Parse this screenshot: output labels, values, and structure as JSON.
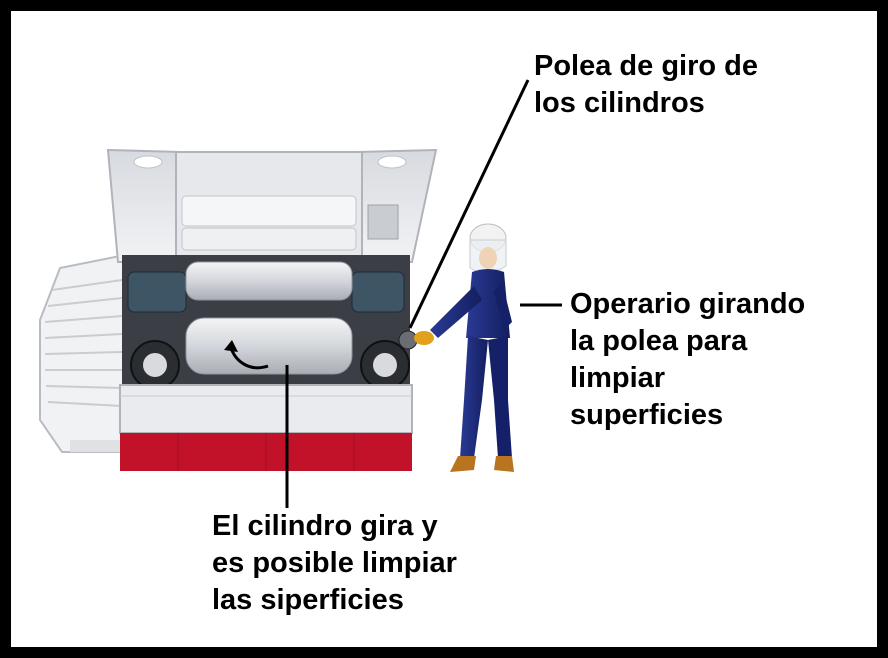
{
  "colors": {
    "frame": "#000000",
    "machine_body": "#e9ebee",
    "machine_base": "#c2122a",
    "worker_suit": "#1b2a78",
    "worker_gloves": "#e2a11a",
    "worker_boots": "#b8741f"
  },
  "labels": {
    "pulley": [
      "Polea de giro de",
      "los cilindros"
    ],
    "operator": [
      "Operario girando",
      "la polea para",
      "limpiar",
      "superficies"
    ],
    "cylinder": [
      "El cilindro gira y",
      "es posible limpiar",
      "las siperficies"
    ]
  }
}
